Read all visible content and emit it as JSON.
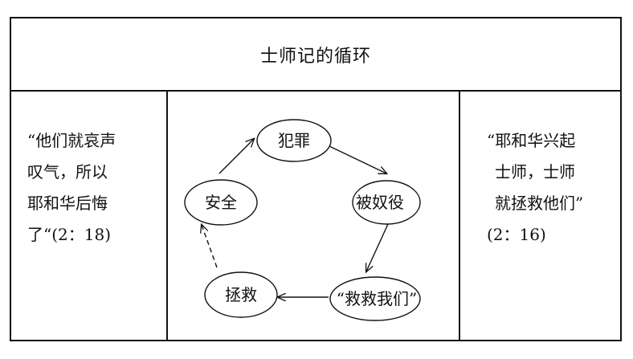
{
  "title": "士师记的循环",
  "left_quote": [
    "“他们就哀声",
    "叹气，所以",
    "耶和华后悔",
    "了“(2：18)"
  ],
  "right_quote": [
    "“耶和华兴起",
    "士师，士师",
    "就拯救他们”",
    "(2：16)"
  ],
  "cycle": {
    "nodes": [
      {
        "id": "sin",
        "label": "犯罪"
      },
      {
        "id": "servitude",
        "label": "被奴役"
      },
      {
        "id": "cry",
        "label": "“救救我们”"
      },
      {
        "id": "deliverance",
        "label": "拯救"
      },
      {
        "id": "peace",
        "label": "安全"
      }
    ]
  }
}
